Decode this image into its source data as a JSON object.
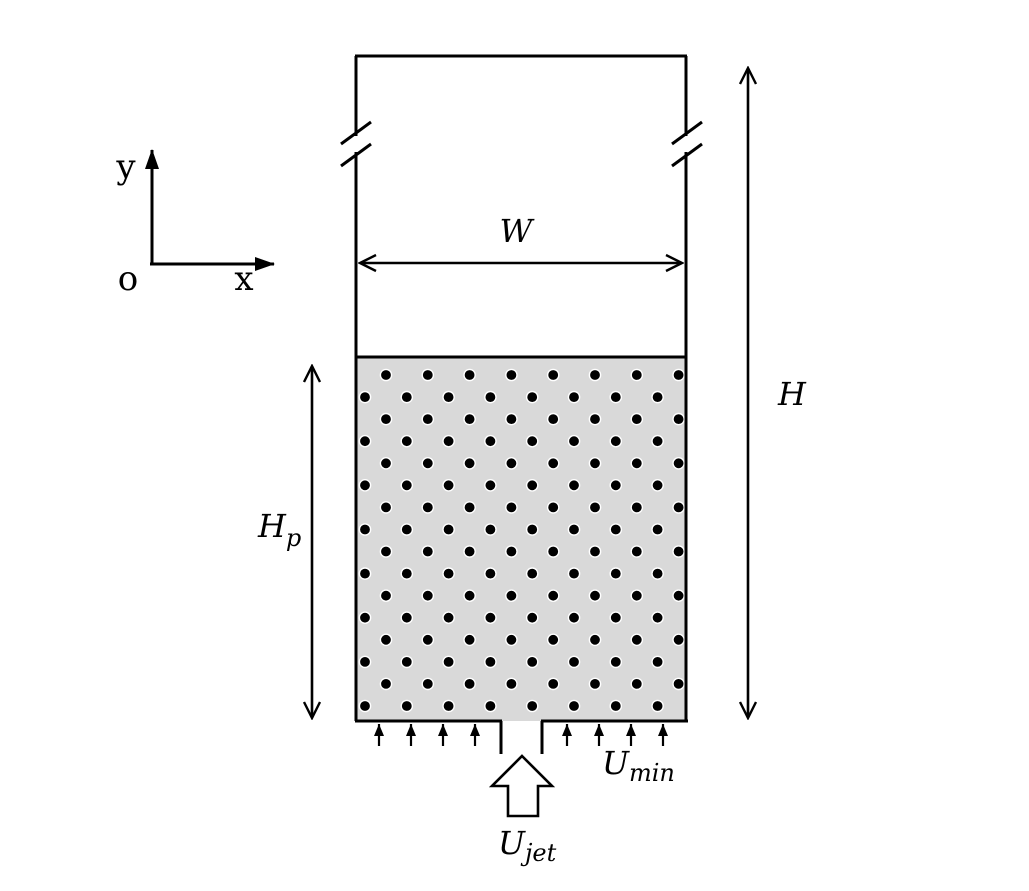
{
  "axes": {
    "y_label": "y",
    "x_label": "x",
    "origin_label": "o"
  },
  "labels": {
    "width": "W",
    "height": "H",
    "bed_height_main": "H",
    "bed_height_sub": "p",
    "jet_main": "U",
    "jet_sub": "jet",
    "min_main": "U",
    "min_sub": "min"
  },
  "colors": {
    "bed_fill": "#d9d9d9",
    "particle": "#000000",
    "line": "#000000"
  },
  "particle_array": {
    "rows": 16,
    "pattern": "staggered",
    "row_counts": [
      8,
      8
    ]
  }
}
